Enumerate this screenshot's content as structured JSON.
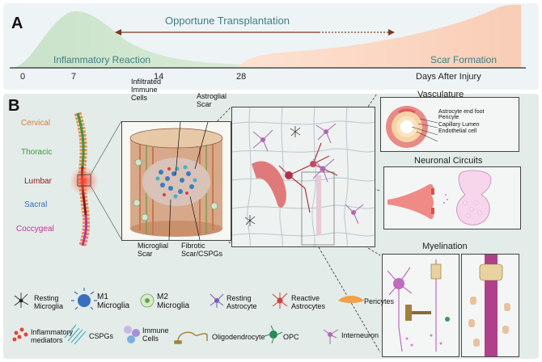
{
  "panel_a": {
    "letter": "A",
    "arrow_label": "Opportune Transplantation",
    "phase_inflammatory": "Inflammatory Reaction",
    "phase_scar": "Scar Formation",
    "ticks": [
      "0",
      "7",
      "14",
      "28"
    ],
    "axis_label": "Days After Injury"
  },
  "panel_b": {
    "letter": "B",
    "spine_regions": [
      {
        "label": "Cervical",
        "color": "#e07a3c"
      },
      {
        "label": "Thoracic",
        "color": "#3a9a3a"
      },
      {
        "label": "Lumbar",
        "color": "#8b1a1a"
      },
      {
        "label": "Sacral",
        "color": "#3a6ec0"
      },
      {
        "label": "Coccygeal",
        "color": "#c0349a"
      }
    ],
    "cord_labels": {
      "infiltrated": "Infiltrated\nImmune\nCells",
      "astroglial": "Astroglial\nScar",
      "microglial": "Microglial\nScar",
      "fibrotic": "Fibrotic\nScar/CSPGs"
    },
    "vasculature": {
      "title": "Vasculature",
      "parts": [
        "Astrocyte end foot",
        "Pericyte",
        "Capillary Lumen",
        "Endothelial cell"
      ]
    },
    "neuronal_title": "Neuronal Circuits",
    "myelination_title": "Myelination",
    "legend": [
      {
        "label": "Resting\nMicroglia",
        "icon": "resting-microglia-icon"
      },
      {
        "label": "M1\nMicroglia",
        "icon": "m1-microglia-icon"
      },
      {
        "label": "M2\nMicroglia",
        "icon": "m2-microglia-icon"
      },
      {
        "label": "Resting\nAstrocyte",
        "icon": "resting-astrocyte-icon"
      },
      {
        "label": "Reactive\nAstrocytes",
        "icon": "reactive-astrocyte-icon"
      },
      {
        "label": "Pericytes",
        "icon": "pericyte-icon"
      },
      {
        "label": "Inflammatory\nmediators",
        "icon": "inflammatory-mediators-icon"
      },
      {
        "label": "CSPGs",
        "icon": "cspgs-icon"
      },
      {
        "label": "Immune\nCells",
        "icon": "immune-cells-icon"
      },
      {
        "label": "Oligodendrocyte",
        "icon": "oligodendrocyte-icon"
      },
      {
        "label": "OPC",
        "icon": "opc-icon"
      },
      {
        "label": "Interneuron",
        "icon": "interneuron-icon"
      }
    ]
  }
}
